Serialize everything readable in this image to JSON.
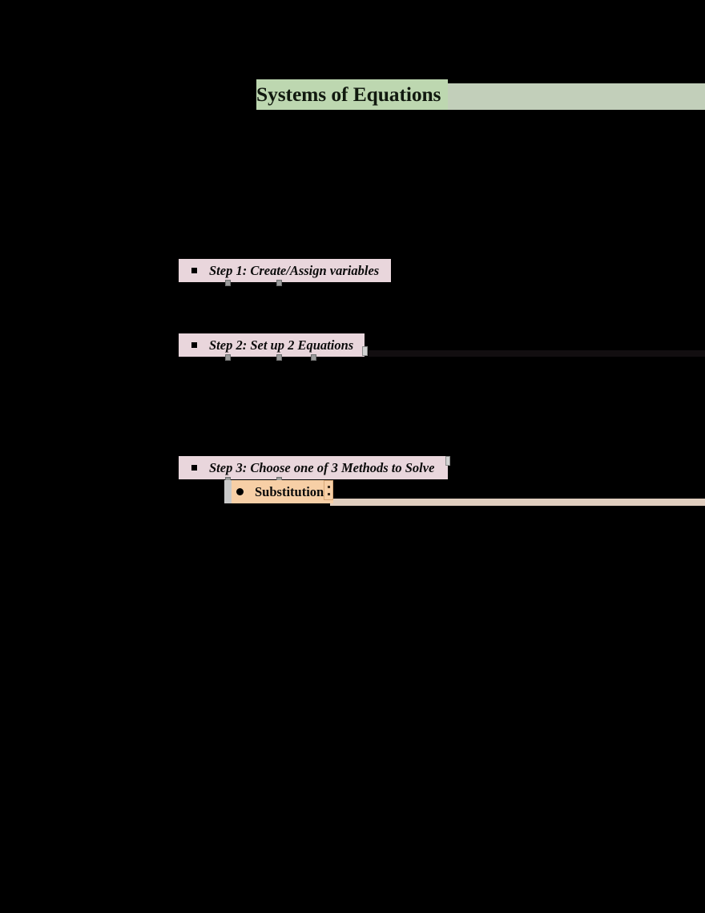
{
  "document": {
    "title": "Systems of Equations",
    "background_color": "#000000"
  },
  "highlights": {
    "title_green_primary": "#bdd7b0",
    "title_green_secondary": "#c2cfba",
    "step_pink": "#e9d6dc",
    "substitution_peach": "#f7cfa6",
    "substitution_strip": "#e0cebf",
    "handle_gray": "#9b9b9b"
  },
  "content": {
    "heading": {
      "text": "Systems of Equations"
    },
    "steps": [
      {
        "bullet": "square-bullet",
        "label": "Step 1: Create/Assign variables"
      },
      {
        "bullet": "square-bullet",
        "label": "Step 2: Set up 2 Equations"
      },
      {
        "bullet": "square-bullet",
        "label": "Step 3: Choose one of 3 Methods to Solve"
      }
    ],
    "methods": [
      {
        "bullet": "round-bullet",
        "label": "Substitution:"
      }
    ]
  }
}
